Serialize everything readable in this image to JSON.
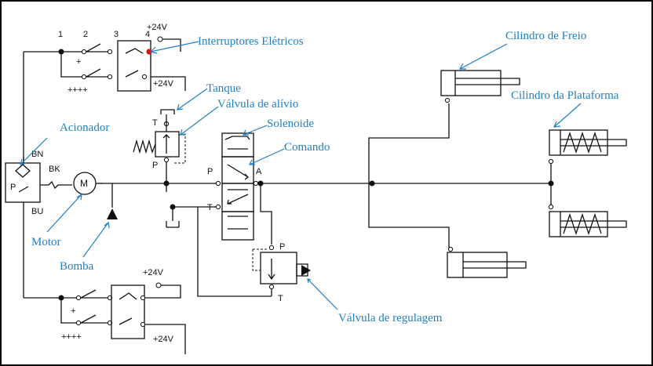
{
  "colors": {
    "callout_text": "#1f7fbf",
    "line": "#111111",
    "contact_marker": "#e01010",
    "border": "#000000"
  },
  "callouts": {
    "interruptores": "Interruptores Elétricos",
    "cilindro_freio": "Cilindro  de Freio",
    "cilindro_plataforma": "Cilindro  da Plataforma",
    "tanque": "Tanque",
    "valvula_alivio": "Válvula  de alívio",
    "solenoide": "Solenoide",
    "comando": "Comando",
    "acionador": "Acionador",
    "motor": "Motor",
    "bomba": "Bomba",
    "valvula_regulagem": "Válvula  de regulagem"
  },
  "labels": {
    "pin1": "1",
    "pin2": "2",
    "pin3": "3",
    "pin4": "4",
    "supply_top_1": "+24V",
    "supply_top_2": "+24V",
    "supply_bot_1": "+24V",
    "supply_bot_2": "+24V",
    "plus_top": "+",
    "plus_bot": "+",
    "polarity_top": "++++",
    "polarity_bot": "++++",
    "bn": "BN",
    "bk": "BK",
    "bu": "BU",
    "relief_t": "T",
    "relief_p": "P",
    "valve_p": "P",
    "valve_t": "T",
    "valve_a": "A",
    "reg_p": "P",
    "reg_t": "T",
    "driver_p": "P"
  },
  "icons": {
    "motor": "motor-M-icon",
    "pump": "pump-triangle-icon",
    "spring": "spring-icon"
  }
}
